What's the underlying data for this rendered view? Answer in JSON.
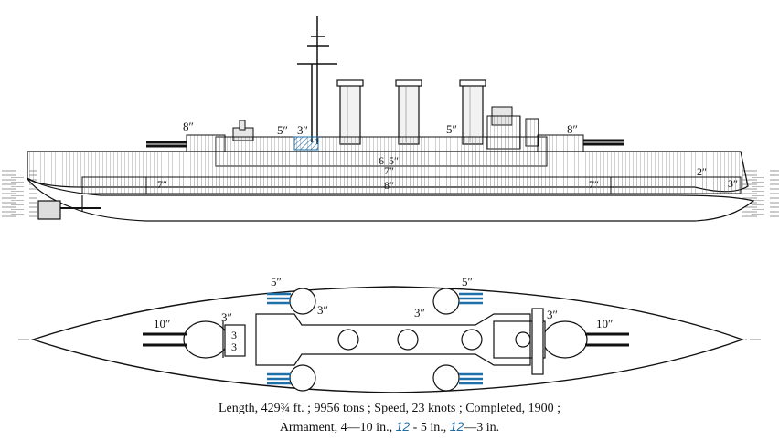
{
  "profile_labels": {
    "fwd_turret_armor": "8″",
    "casemate_a": "5″",
    "casemate_b": "3″",
    "casemate_aft": "5″",
    "aft_turret_armor": "8″",
    "upper_belt_a": "6",
    "upper_belt_b": "5″",
    "upper_belt_c": "7″",
    "belt_fwd": "7″",
    "belt_mid": "8″",
    "belt_aft": "7″",
    "belt_stern_a": "2″",
    "belt_stern_b": "3″"
  },
  "plan_labels": {
    "casemate_fwd_top": "5″",
    "casemate_aft_top": "5″",
    "fwd_small": "3″",
    "mid_small_a": "3″",
    "mid_small_b": "3″",
    "aft_small": "3″",
    "fwd_turret": "10″",
    "aft_turret": "10″",
    "barbette_a": "3",
    "barbette_b": "3"
  },
  "caption": {
    "line1": "Length, 429¾ ft. ; 9956 tons ; Speed, 23 knots ; Completed, 1900 ;",
    "line2_a": "Armament, 4—10 in.,",
    "line2_b": "12",
    "line2_c": " - 5 in.,",
    "line2_d": "12",
    "line2_e": "—3 in."
  },
  "colors": {
    "ink": "#111111",
    "accent": "#1f6fa8",
    "hull_gray": "#d8d8d8",
    "water": "#b5b5b5"
  }
}
